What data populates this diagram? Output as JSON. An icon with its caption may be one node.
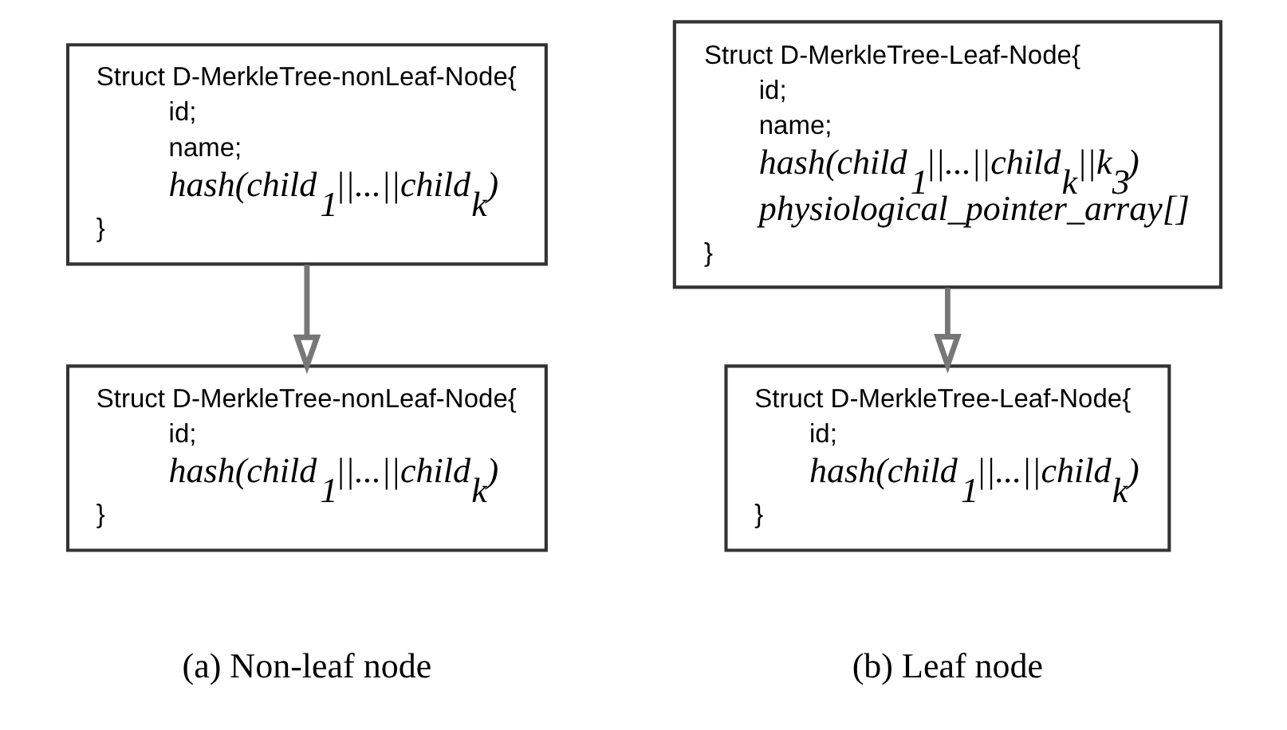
{
  "diagram": {
    "nodes": [
      {
        "text": [
          "Struct D-MerkleTree-nonLeaf-Node{",
          "id;",
          "name;",
          "*hash(child$_{1}$||...||child$_{k}$)*",
          "}"
        ]
      },
      {
        "text": [
          "Struct D-MerkleTree-nonLeaf-Node{",
          "id;",
          "*hash(child$_{1}$||...||child$_{k}$)*",
          "}"
        ]
      },
      {
        "text": [
          "Struct D-MerkleTree-Leaf-Node{",
          "id;",
          "name;",
          "*hash(child$_{1}$||...||child$_{k}$||k$_{3}$)*",
          "*physiological_pointer_array[]*",
          "}"
        ]
      },
      {
        "text": [
          "Struct D-MerkleTree-Leaf-Node{",
          "id;",
          "*hash(child$_{1}$||...||child$_{k}$)*",
          "}"
        ]
      }
    ],
    "edges": [
      {
        "from": 0,
        "to": 1,
        "arrow": "to"
      },
      {
        "from": 2,
        "to": 3,
        "arrow": "to"
      }
    ],
    "labels": [
      "(a) Non-leaf node",
      "(b) Leaf node"
    ]
  }
}
